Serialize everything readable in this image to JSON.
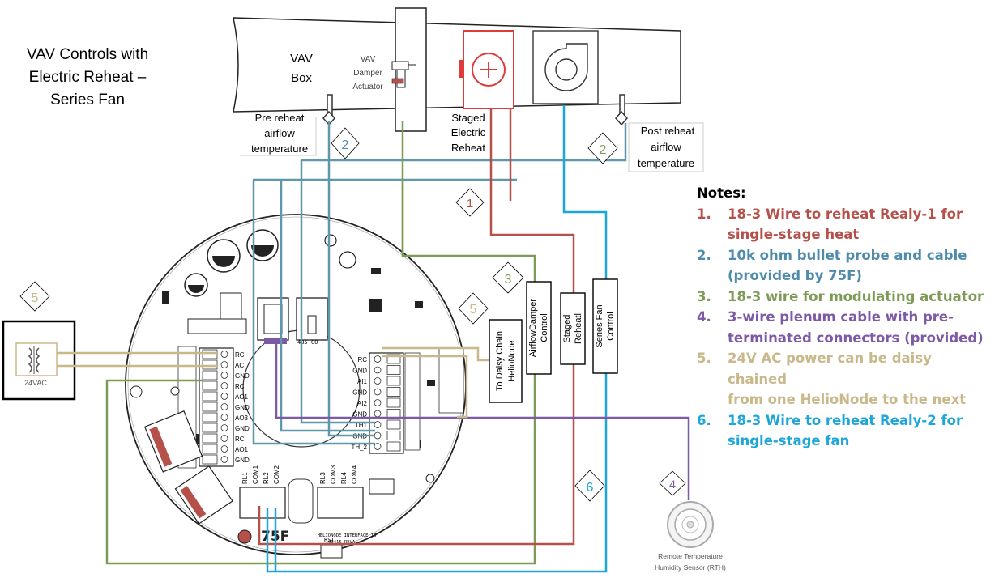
{
  "title_lines": [
    "VAV Controls with",
    "Electric Reheat –",
    "Series Fan"
  ],
  "duct_labels": {
    "vav_box": [
      "VAV",
      "Box"
    ],
    "actuator": [
      "VAV",
      "Damper",
      "Actuator"
    ],
    "staged_reheat": [
      "Staged",
      "Electric",
      "Reheat"
    ],
    "pre_reheat": [
      "Pre reheat",
      "airflow",
      "temperature"
    ],
    "post_reheat": [
      "Post reheat",
      "airflow",
      "temperature"
    ]
  },
  "callouts": {
    "c1": "1",
    "c2a": "2",
    "c2b": "2",
    "c3": "3",
    "c4": "4",
    "c5a": "5",
    "c5b": "5",
    "c6": "6"
  },
  "boxes": {
    "daisy": [
      "To Daisy Chain",
      "HelioNode"
    ],
    "damper": [
      "AirflowDamper",
      "Control"
    ],
    "reheat": [
      "Staged",
      "Reheatl"
    ],
    "fan": [
      "Series Fan",
      "Control"
    ]
  },
  "transformer_label": "24VAC",
  "sensor_label": [
    "Remote Temperature",
    "Humidity Sensor (RTH)"
  ],
  "board": {
    "left_terminals": [
      "RC",
      "AC",
      "GND",
      "RC",
      "AO1",
      "GND",
      "AO3",
      "GND",
      "RC",
      "AO1",
      "GND"
    ],
    "right_terminals": [
      "RC",
      "GND",
      "AI1",
      "GND",
      "AI2",
      "GND",
      "TH1",
      "GND",
      "TH_2"
    ],
    "relays_a": [
      "RL1",
      "COM1",
      "RL2",
      "COM2"
    ],
    "relays_b": [
      "RL3",
      "COM3",
      "RL4",
      "COM4"
    ],
    "brand": "75F",
    "caption": [
      "HELIONODE INTERFACE IO",
      "100415_REVA"
    ],
    "rst": "RST",
    "chip": "485 C0"
  },
  "notes": {
    "title": "Notes:",
    "items": [
      {
        "num": "1.",
        "lines": [
          "18-3 Wire to reheat Realy-1 for",
          "single-stage heat"
        ],
        "color": "#b5504a"
      },
      {
        "num": "2.",
        "lines": [
          "10k ohm bullet probe and cable",
          "(provided by 75F)"
        ],
        "color": "#4f8cab"
      },
      {
        "num": "3.",
        "lines": [
          "18-3 wire for modulating  actuator"
        ],
        "color": "#7e9a57"
      },
      {
        "num": "4.",
        "lines": [
          "3-wire plenum cable with pre-",
          "terminated connectors (provided)"
        ],
        "color": "#7d5aa6"
      },
      {
        "num": "5.",
        "lines": [
          "24V AC power can be daisy chained",
          "from one HelioNode to the next"
        ],
        "color": "#c8b88a"
      },
      {
        "num": "6.",
        "lines": [
          "18-3 Wire to reheat Realy-2 for",
          "single-stage fan"
        ],
        "color": "#1ea6d9"
      }
    ]
  },
  "colors": {
    "red_wire": "#b5504a",
    "teal_wire": "#5f97ab",
    "green_wire": "#7e9a57",
    "purple_wire": "#7d5aa6",
    "tan_wire": "#c8b88a",
    "blue_wire": "#1ea6d9",
    "heater": "#e03b3b"
  }
}
